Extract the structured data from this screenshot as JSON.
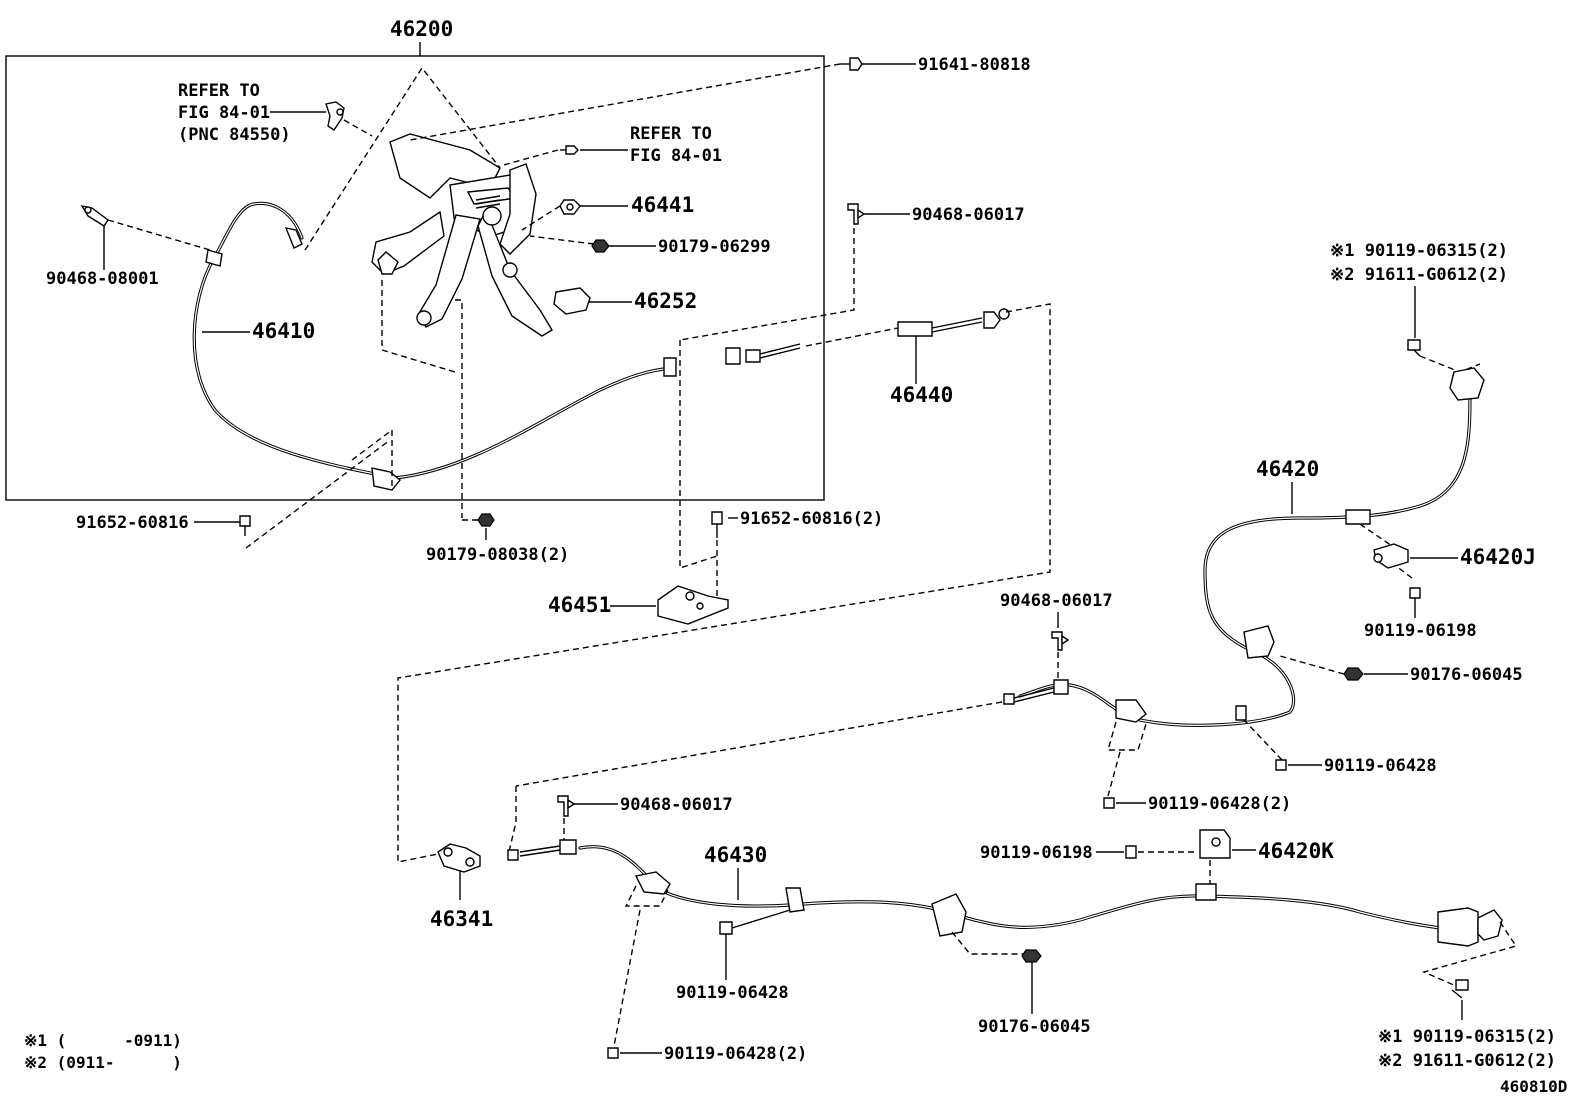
{
  "labels": {
    "assy": "46200",
    "refer1_line1": "REFER TO",
    "refer1_line2": "FIG 84-01",
    "refer1_line3": "(PNC 84550)",
    "refer2_line1": "REFER TO",
    "refer2_line2": "FIG 84-01",
    "p91641": "91641-80818",
    "p46441": "46441",
    "p90179a": "90179-06299",
    "p90468a": "90468-06017",
    "p90468b": "90468-08001",
    "p46252": "46252",
    "p46410": "46410",
    "p46440": "46440",
    "p91652a": "91652-60816",
    "p90179b": "90179-08038(2)",
    "p91652b": "91652-60816(2)",
    "p46451": "46451",
    "topnote1": "※1 90119-06315(2)",
    "topnote2": "※2 91611-G0612(2)",
    "p46420": "46420",
    "p46420j": "46420J",
    "p90119a": "90119-06198",
    "p90176a": "90176-06045",
    "p90468c": "90468-06017",
    "p90119b": "90119-06428",
    "p90119c": "90119-06428(2)",
    "p90468d": "90468-06017",
    "p46430": "46430",
    "p90119d": "90119-06198",
    "p46420k": "46420K",
    "p46341": "46341",
    "p90119e": "90119-06428",
    "p90176b": "90176-06045",
    "botnote1": "※1 90119-06315(2)",
    "botnote2": "※2 91611-G0612(2)",
    "p90119f": "90119-06428(2)",
    "legend1": "※1 (      -0911)",
    "legend2": "※2 (0911-      )",
    "fig_id": "460810D"
  }
}
